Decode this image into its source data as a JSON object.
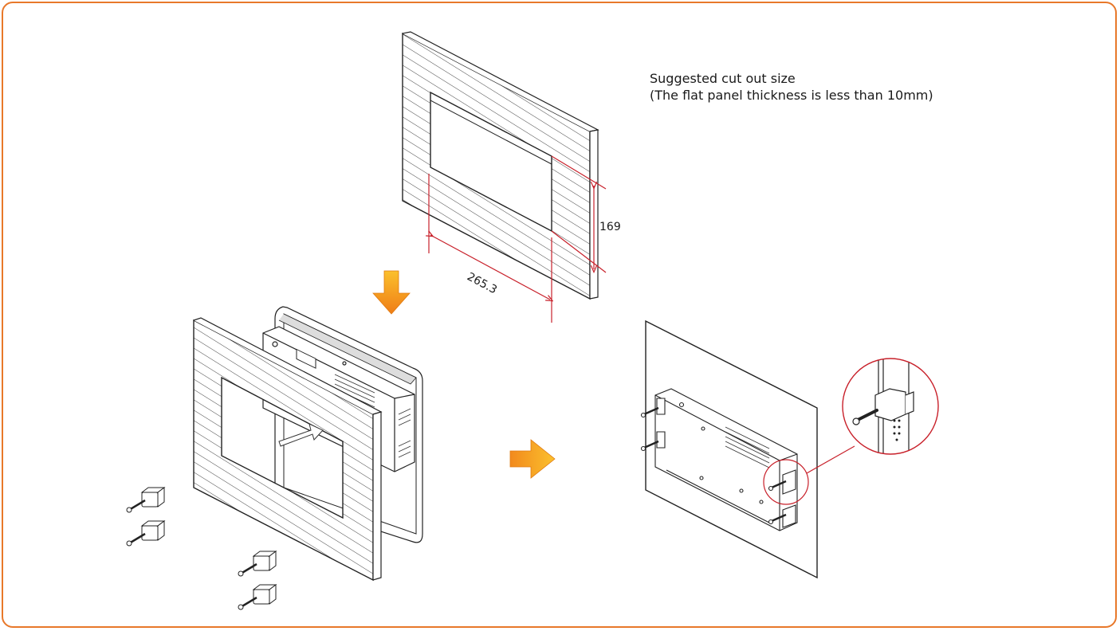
{
  "note": {
    "line1": "Suggested cut out size",
    "line2": "(The flat panel thickness is less than 10mm)"
  },
  "dimensions": {
    "height_label": "169",
    "width_label": "265.3"
  },
  "colors": {
    "frame_border": "#e8782a",
    "dimension_lines": "#c8202a",
    "arrow_gradient_start": "#fbc02d",
    "arrow_gradient_end": "#ef7d16",
    "line_art": "#222222"
  },
  "icons": {
    "down_arrow": "orange-down-arrow-icon",
    "right_arrow": "orange-right-arrow-icon"
  }
}
